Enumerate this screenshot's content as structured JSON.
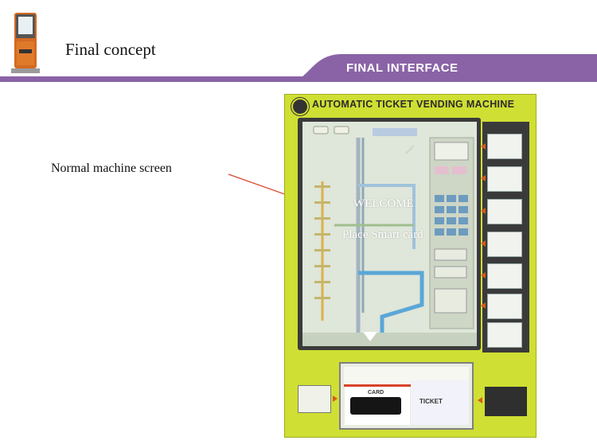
{
  "page": {
    "title": "Final concept",
    "banner_label": "FINAL INTERFACE",
    "caption": "Normal machine screen"
  },
  "machine": {
    "header": "AUTOMATIC TICKET VENDING MACHINE",
    "screen": {
      "welcome": "WELCOME",
      "instruction": "Place Smart card"
    },
    "slot": {
      "card_label": "CARD",
      "ticket_label": "TICKET"
    }
  },
  "colors": {
    "banner": "#8a63a6",
    "machine_body": "#cfdf33",
    "arrow": "#d8432b"
  },
  "icons": [
    "kiosk-icon",
    "metro-logo-icon",
    "down-arrow-icon",
    "smart-card-icon"
  ]
}
